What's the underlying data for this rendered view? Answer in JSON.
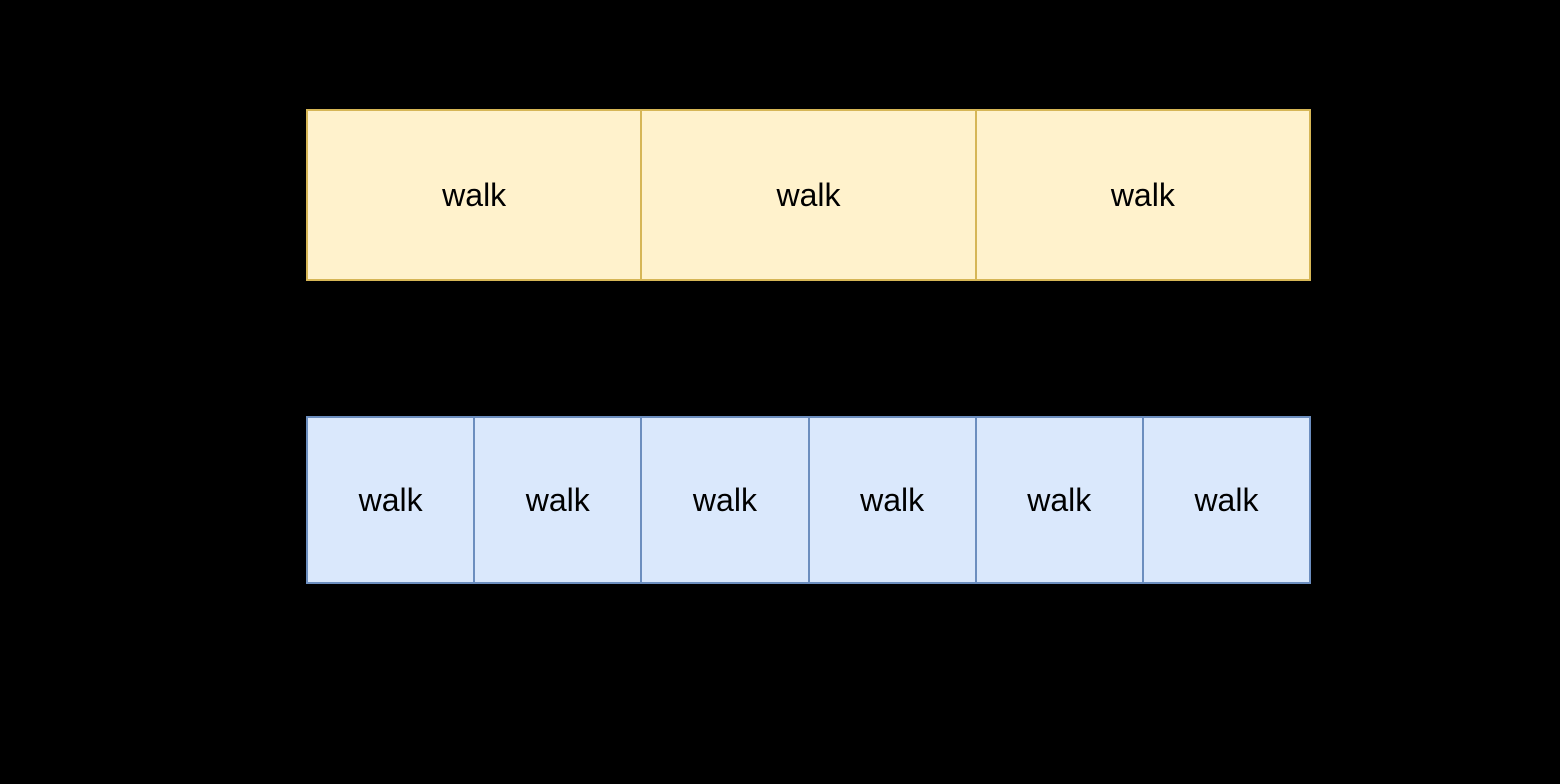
{
  "canvas": {
    "background": "#000000"
  },
  "diagram": {
    "rows": [
      {
        "id": "top-segment-row",
        "fill": "#FFF2CC",
        "border": "#D6B656",
        "label_color": "#000000",
        "cells": [
          {
            "label": "walk"
          },
          {
            "label": "walk"
          },
          {
            "label": "walk"
          }
        ]
      },
      {
        "id": "bottom-segment-row",
        "fill": "#DAE8FC",
        "border": "#6C8EBF",
        "label_color": "#000000",
        "cells": [
          {
            "label": "walk"
          },
          {
            "label": "walk"
          },
          {
            "label": "walk"
          },
          {
            "label": "walk"
          },
          {
            "label": "walk"
          },
          {
            "label": "walk"
          }
        ]
      }
    ]
  }
}
